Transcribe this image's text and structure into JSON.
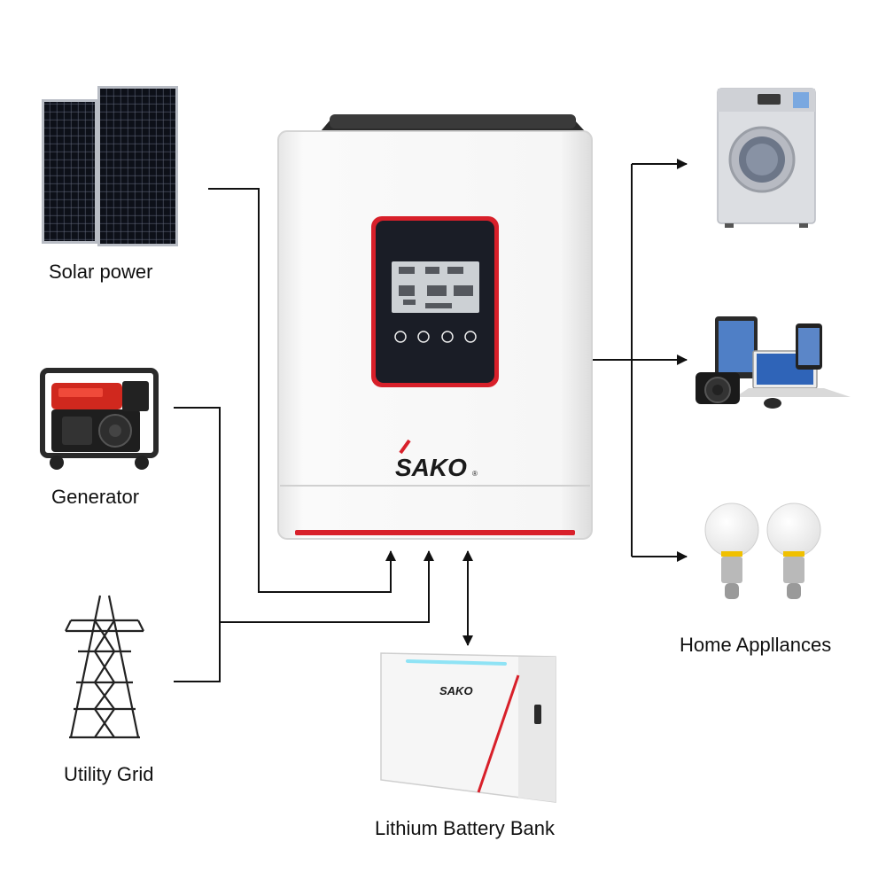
{
  "brand": {
    "name": "SAKO",
    "registered_mark": "®",
    "accent_color": "#d8202a"
  },
  "sources": {
    "solar": {
      "label": "Solar power",
      "icon": "solar-panel-icon"
    },
    "generator": {
      "label": "Generator",
      "icon": "generator-icon"
    },
    "grid": {
      "label": "Utility Grid",
      "icon": "transmission-tower-icon"
    }
  },
  "storage": {
    "label": "Lithium Battery Bank",
    "icon": "battery-icon"
  },
  "loads": {
    "label": "Home Appllances",
    "items": [
      "washing-machine-icon",
      "electronics-icon",
      "light-bulb-icon"
    ]
  },
  "inverter": {
    "icon": "inverter-icon",
    "buttons": [
      "power-icon",
      "up-arrow-icon",
      "down-arrow-icon",
      "enter-icon"
    ]
  },
  "colors": {
    "line": "#111111",
    "panel": "#1a1d26",
    "body": "#f4f4f4"
  }
}
